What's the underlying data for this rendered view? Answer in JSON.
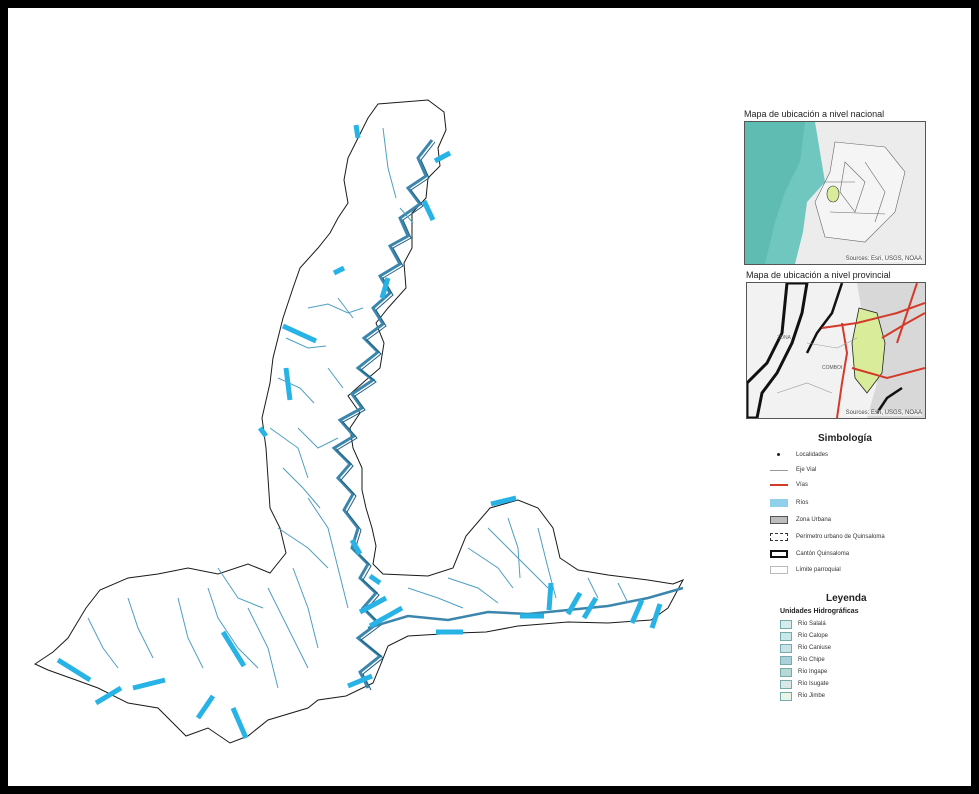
{
  "inset_national": {
    "title": "Mapa de ubicación a nivel nacional",
    "credit": "Sources: Esri, USGS, NOAA"
  },
  "inset_provincial": {
    "title": "Mapa de ubicación a nivel provincial",
    "credit": "Sources: Esri, USGS, NOAA",
    "label_left": "ZONA",
    "label_center": "COMBOI"
  },
  "symbology": {
    "title": "Simbología",
    "items": [
      {
        "label": "Localidades",
        "symbol": "dot-icon"
      },
      {
        "label": "Eje Vial",
        "symbol": "line-gray"
      },
      {
        "label": "Vías",
        "symbol": "line-red"
      },
      {
        "label": "Ríos",
        "symbol": "fill-blue"
      },
      {
        "label": "Zona Urbana",
        "symbol": "fill-gray"
      },
      {
        "label": "Perímetro urbano de Quinsaloma",
        "symbol": "dashed-box"
      },
      {
        "label": "Cantón Quinsaloma",
        "symbol": "thick-box"
      },
      {
        "label": "Límite parroquial",
        "symbol": "thin-box"
      }
    ]
  },
  "legend": {
    "title": "Leyenda",
    "subtitle": "Unidades Hidrográficas",
    "items": [
      {
        "label": "Río Salalá",
        "color": "#d4ecec"
      },
      {
        "label": "Río Calope",
        "color": "#c8e8ea"
      },
      {
        "label": "Río Caniuse",
        "color": "#c9e2e8"
      },
      {
        "label": "Río Chipe",
        "color": "#a9d0db"
      },
      {
        "label": "Río Ingape",
        "color": "#b7d9d6"
      },
      {
        "label": "Río Isugate",
        "color": "#d9e8e6"
      },
      {
        "label": "Río Jimbe",
        "color": "#e8f4e8"
      }
    ]
  },
  "colors": {
    "river": "#4f9fc2",
    "river_main": "#3c86ad",
    "highlight": "#27b3e6",
    "road": "#d33a2a",
    "canton_fill": "#d9ec9a"
  }
}
